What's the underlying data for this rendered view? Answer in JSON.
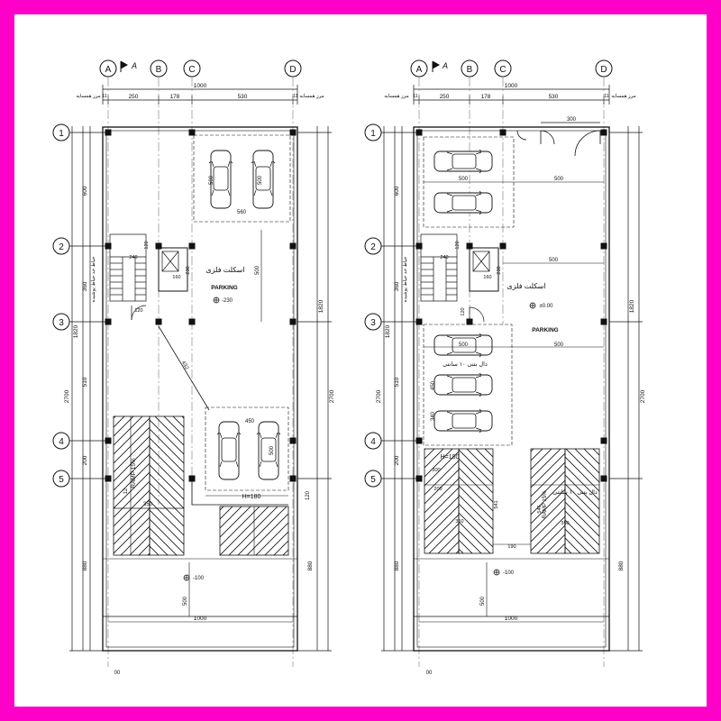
{
  "colors": {
    "frame": "#ff00c8",
    "sheet": "#ffffff",
    "ink": "#111111",
    "grid": "#777777"
  },
  "axes": {
    "vertical": [
      "A",
      "B",
      "C",
      "D"
    ],
    "horizontal": [
      "1",
      "2",
      "3",
      "4",
      "5"
    ],
    "section_mark": "A"
  },
  "dims": {
    "overall_width": "1000",
    "bay_widths": [
      "250",
      "178",
      "530"
    ],
    "side_widths": [
      "11",
      "11"
    ],
    "boundary_label": "مرز همسایه",
    "row_heights": [
      "600",
      "360",
      "510",
      "200",
      "880"
    ],
    "left_totals": [
      "1820",
      "2700"
    ],
    "right_totals": [
      "1820",
      "2700"
    ],
    "bottom_width": "1000",
    "bottom_depth": "500"
  },
  "plans": [
    {
      "id": "left",
      "space_label": "اسکلت فلزی",
      "parking_label": "PARKING",
      "level_top": "-230",
      "level_bottom": "-100",
      "ramp_label": "RAMP 15%",
      "ramp_length": "12",
      "stair_labels": [
        "240",
        "120",
        "230",
        "160",
        "120"
      ],
      "parking_dims": [
        "500",
        "560",
        "500",
        "450",
        "500"
      ],
      "diag_dim": "432",
      "ramp_height": "H=180",
      "ramp_width": "120",
      "hatch_dim": "350",
      "vertical_note": "حیاط حد حیاط پوشیده",
      "angle_dim": "00"
    },
    {
      "id": "right",
      "space_label": "اسکلت فلزی",
      "parking_label": "PARKING",
      "level_top": "±0.00",
      "level_bottom": "-100",
      "ramp_label": "RAMP 15%",
      "ramp_note": "دال بتنی ۱۰ سانتی",
      "slab_note": "دال بتنی ۱۰ سانتی",
      "door_width": "300",
      "stair_labels": [
        "240",
        "120",
        "230",
        "160",
        "120"
      ],
      "parking_dims": [
        "500",
        "500",
        "500",
        "500",
        "500"
      ],
      "gap_dims": [
        "450",
        "340"
      ],
      "ramp_height": "H=180",
      "ramp_dims": [
        "200",
        "300",
        "541",
        "190",
        "546",
        "350",
        "350"
      ],
      "vertical_note": "حیاط حد حیاط پوشیده",
      "angle_dim": "00"
    }
  ]
}
